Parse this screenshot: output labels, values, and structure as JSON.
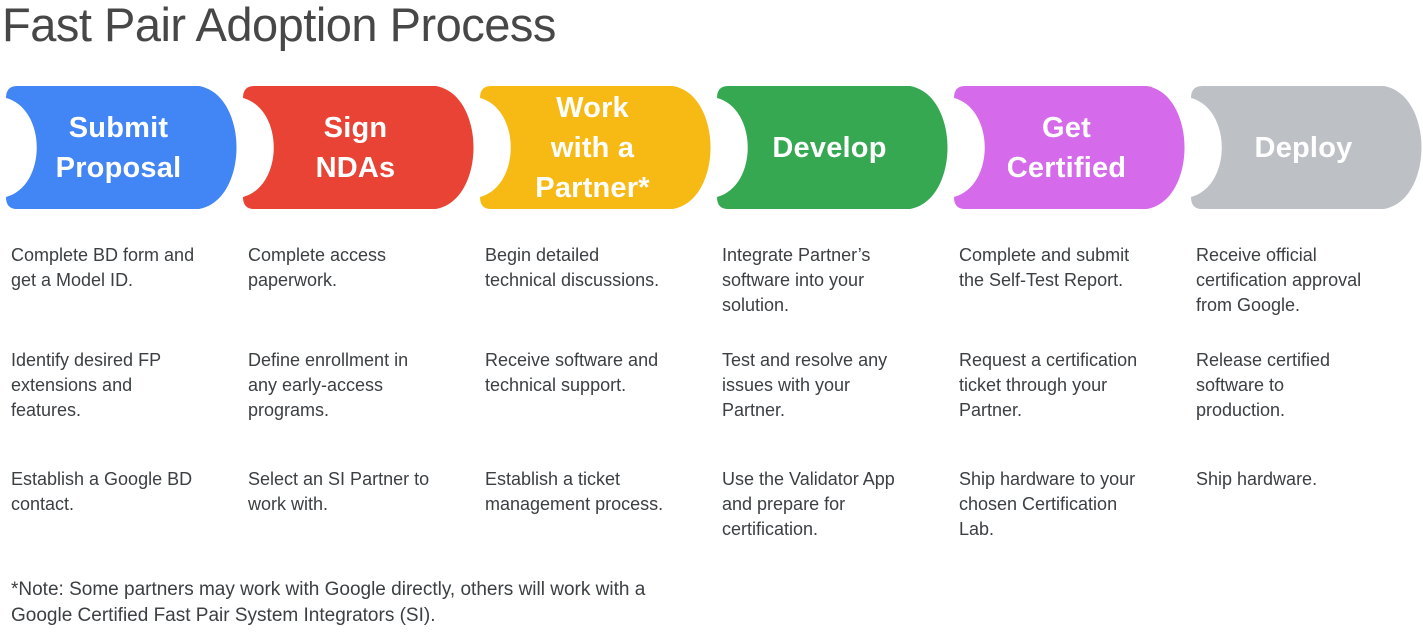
{
  "title": "Fast Pair Adoption Process",
  "stages": [
    {
      "label": [
        "Submit",
        "Proposal"
      ],
      "color": "#4285F4",
      "items": [
        [
          "Complete BD form and",
          "get a Model ID."
        ],
        [
          "Identify desired FP",
          "extensions and",
          "features."
        ],
        [
          "Establish a Google BD",
          "contact."
        ]
      ]
    },
    {
      "label": [
        "Sign",
        "NDAs"
      ],
      "color": "#E94335",
      "items": [
        [
          "Complete access",
          "paperwork."
        ],
        [
          "Define enrollment in",
          "any early-access",
          "programs."
        ],
        [
          "Select an SI Partner to",
          "work with."
        ]
      ]
    },
    {
      "label": [
        "Work",
        "with a",
        "Partner*"
      ],
      "color": "#F7BA15",
      "items": [
        [
          "Begin detailed",
          "technical discussions."
        ],
        [
          "Receive software and",
          "technical support."
        ],
        [
          "Establish a ticket",
          "management process."
        ]
      ]
    },
    {
      "label": [
        "Develop"
      ],
      "color": "#36A852",
      "items": [
        [
          "Integrate Partner’s",
          "software into your",
          "solution."
        ],
        [
          "Test and resolve any",
          "issues with your",
          "Partner."
        ],
        [
          "Use the Validator App",
          "and prepare for",
          "certification."
        ]
      ]
    },
    {
      "label": [
        "Get",
        "Certified"
      ],
      "color": "#D56AEB",
      "items": [
        [
          "Complete and submit",
          "the Self-Test Report."
        ],
        [
          "Request a certification",
          "ticket through your",
          "Partner."
        ],
        [
          "Ship hardware to your",
          "chosen Certification",
          "Lab."
        ]
      ]
    },
    {
      "label": [
        "Deploy"
      ],
      "color": "#BDC1C6",
      "items": [
        [
          "Receive official",
          "certification approval",
          "from Google."
        ],
        [
          "Release certified",
          "software to",
          "production."
        ],
        [
          "Ship hardware."
        ]
      ]
    }
  ],
  "note": [
    "*Note: Some partners may work with Google directly, others will work with a",
    "Google Certified Fast Pair System Integrators (SI)."
  ]
}
